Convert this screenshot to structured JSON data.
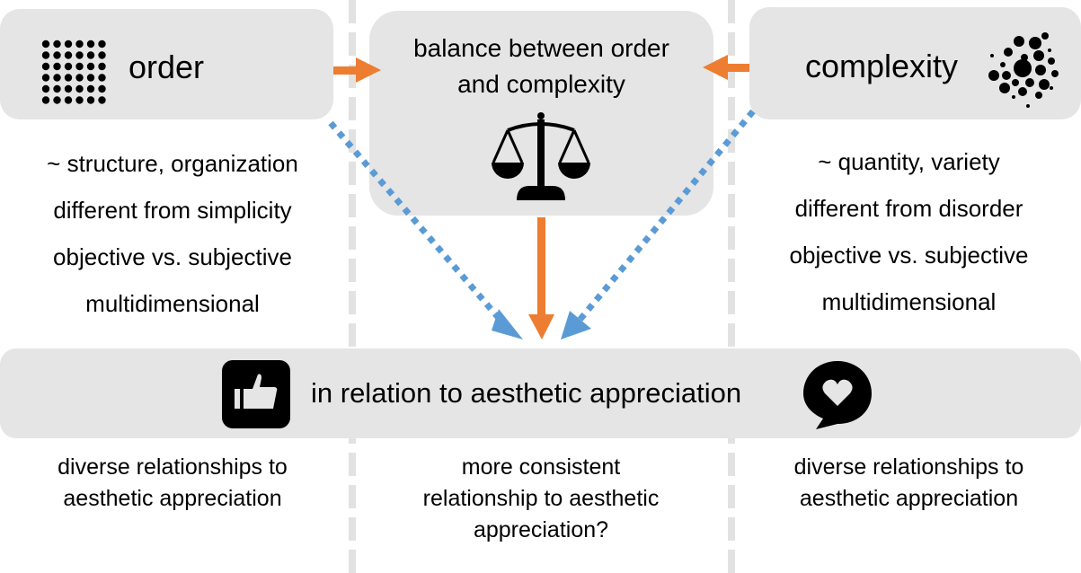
{
  "order": {
    "title": "order",
    "icon": "dot-grid-icon",
    "bullets": [
      "~ structure, organization",
      "different from simplicity",
      "objective vs. subjective",
      "multidimensional"
    ],
    "bottom": [
      "diverse relationships to",
      "aesthetic appreciation"
    ]
  },
  "balance": {
    "title_lines": [
      "balance between order",
      "and complexity"
    ],
    "icon": "scales-icon",
    "bottom": [
      "more consistent",
      "relationship to aesthetic",
      "appreciation?"
    ]
  },
  "complexity": {
    "title": "complexity",
    "icon": "dot-cluster-icon",
    "bullets": [
      "~ quantity, variety",
      "different from disorder",
      "objective vs. subjective",
      "multidimensional"
    ],
    "bottom": [
      "diverse relationships to",
      "aesthetic appreciation"
    ]
  },
  "appreciation": {
    "label": "in relation to aesthetic appreciation",
    "left_icon": "thumbs-up-icon",
    "right_icon": "heart-speech-bubble-icon"
  },
  "colors": {
    "box_fill": "#e5e5e5",
    "divider": "#e2e2e2",
    "orange_arrow": "#ed7d31",
    "blue_dotted_arrow": "#5b9bd5",
    "text": "#000000"
  }
}
